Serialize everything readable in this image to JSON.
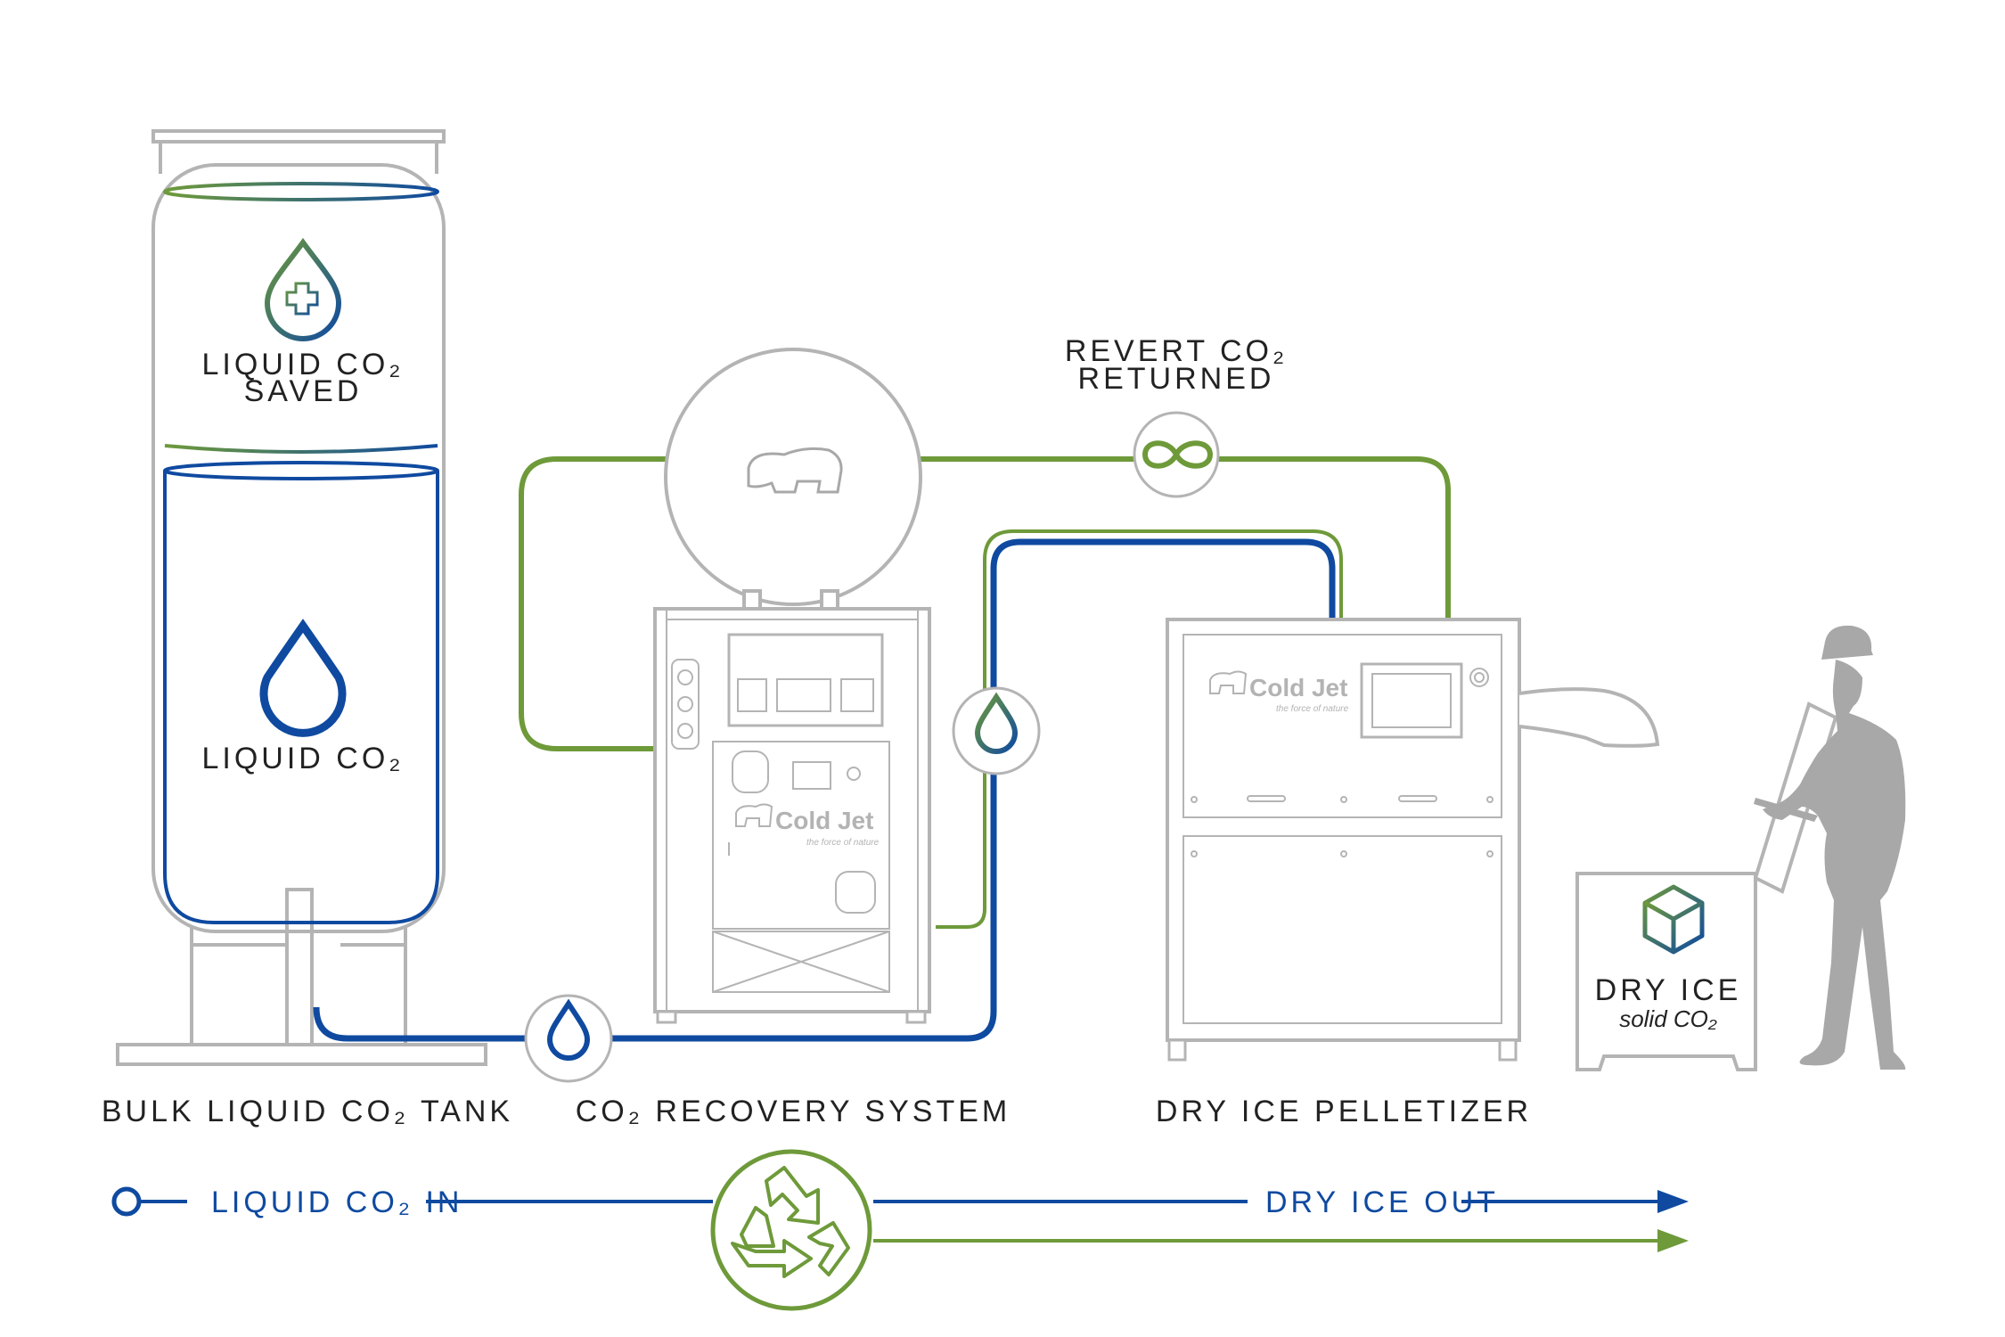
{
  "colors": {
    "green": "#6e9a3a",
    "blue": "#0f4aa0",
    "gray": "#b4b4b4",
    "darkgray": "#a8a8a8",
    "text": "#222222"
  },
  "tank": {
    "saved_line1": "LIQUID CO₂",
    "saved_line2": "SAVED",
    "liquid_label": "LIQUID CO₂",
    "caption": "BULK LIQUID CO₂ TANK"
  },
  "recovery": {
    "caption": "CO₂ RECOVERY SYSTEM",
    "brand": "Cold Jet",
    "tagline": "the force of nature"
  },
  "revert": {
    "line1": "REVERT CO₂",
    "line2": "RETURNED"
  },
  "pelletizer": {
    "caption": "DRY ICE PELLETIZER",
    "brand": "Cold Jet",
    "tagline": "the force of nature"
  },
  "bin": {
    "label": "DRY ICE",
    "sublabel": "solid CO₂"
  },
  "flow": {
    "in_label": "LIQUID CO₂ IN",
    "out_label": "DRY ICE OUT"
  },
  "icons": {
    "saved": "drop-plus-icon",
    "liquid": "drop-icon",
    "revert": "infinity-icon",
    "recycle": "recycle-icon",
    "cube": "cube-icon",
    "bear": "bear-logo-icon",
    "worker": "worker-silhouette-icon"
  }
}
